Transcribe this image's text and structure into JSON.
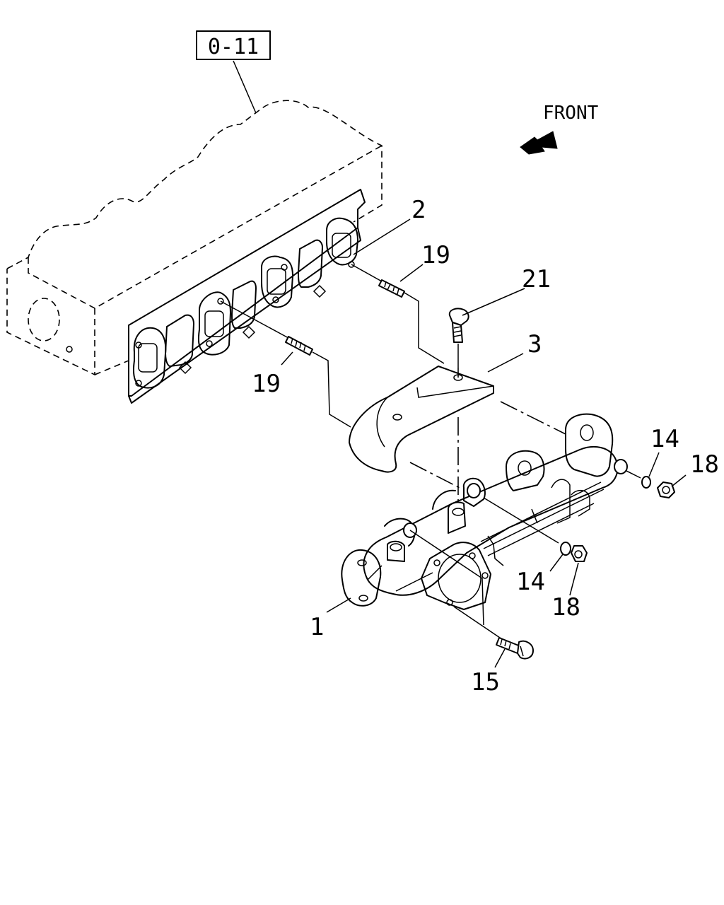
{
  "reference_box": "0-11",
  "direction_label": "FRONT",
  "callouts": {
    "c1": "1",
    "c2": "2",
    "c3": "3",
    "c14a": "14",
    "c14b": "14",
    "c15": "15",
    "c18a": "18",
    "c18b": "18",
    "c19a": "19",
    "c19b": "19",
    "c21": "21"
  },
  "icons": [
    "front-arrow-icon"
  ]
}
